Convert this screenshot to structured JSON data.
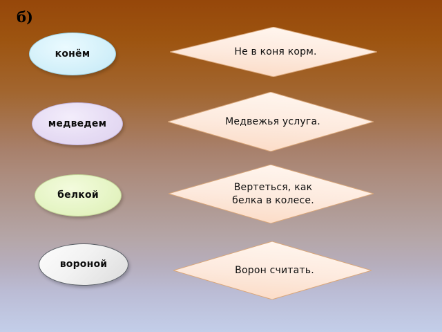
{
  "slide": {
    "label": "б)",
    "background": {
      "top_color": "#96470a",
      "mid_color": "#ac8b7c",
      "bottom_color": "#c3cee9"
    }
  },
  "word_cards": [
    {
      "id": "konem",
      "text": "конём",
      "fill_color": "#d5f1fa",
      "border_color": "#9dd3e6"
    },
    {
      "id": "medvedem",
      "text": "медведем",
      "fill_color": "#e6dcf4",
      "border_color": "#c4b4de"
    },
    {
      "id": "belkoy",
      "text": "белкой",
      "fill_color": "#e6f5c6",
      "border_color": "#c3d797"
    },
    {
      "id": "voronoy",
      "text": "вороной",
      "fill_color": "#f2f2f2",
      "border_color": "#595f66"
    }
  ],
  "phrase_cards": [
    {
      "id": "ne-v-konya-korm",
      "text": "Не в коня корм.",
      "fill_color": "#fdeade",
      "border_color": "#d9a679"
    },
    {
      "id": "medvezhya-usluga",
      "text": "Медвежья услуга.",
      "fill_color": "#fdeade",
      "border_color": "#d9a679"
    },
    {
      "id": "vertetsya-kak-belka-v-kolese",
      "text": "Вертеться, как белка в колесе.",
      "fill_color": "#fdeade",
      "border_color": "#d9a679"
    },
    {
      "id": "voron-schitat",
      "text": "Ворон считать.",
      "fill_color": "#fdeade",
      "border_color": "#d9a679"
    }
  ]
}
